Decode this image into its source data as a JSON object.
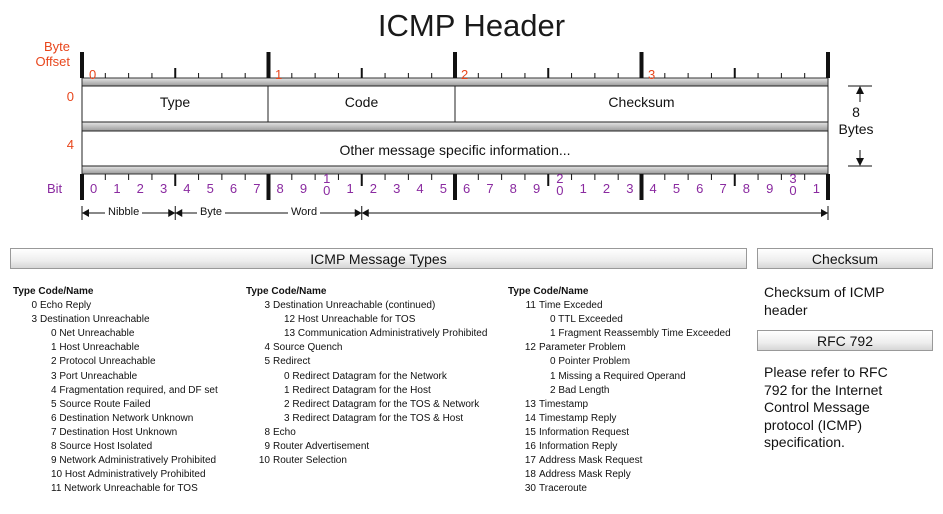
{
  "title": "ICMP Header",
  "byte_offset_label": [
    "Byte",
    "Offset"
  ],
  "row_offsets": [
    "0",
    "4"
  ],
  "byte_markers": [
    "0",
    "1",
    "2",
    "3"
  ],
  "fields": {
    "type": "Type",
    "code": "Code",
    "checksum": "Checksum",
    "other": "Other message specific information..."
  },
  "size_note": [
    "8",
    "Bytes"
  ],
  "bit_label": "Bit",
  "bit_numbers": [
    "0",
    "1",
    "2",
    "3",
    "4",
    "5",
    "6",
    "7",
    "8",
    "9",
    "1|0",
    "1",
    "2",
    "3",
    "4",
    "5",
    "6",
    "7",
    "8",
    "9",
    "2|0",
    "1",
    "2",
    "3",
    "4",
    "5",
    "6",
    "7",
    "8",
    "9",
    "3|0",
    "1"
  ],
  "units": {
    "nibble": "Nibble",
    "byte": "Byte",
    "word": "Word"
  },
  "message_types_title": "ICMP Message Types",
  "col_header": {
    "type": "Type",
    "code": "Code/Name"
  },
  "columns": [
    [
      [
        "0",
        "Echo Reply"
      ],
      [
        "3",
        "Destination Unreachable"
      ],
      [
        "",
        "0 Net Unreachable"
      ],
      [
        "",
        "1 Host Unreachable"
      ],
      [
        "",
        "2 Protocol Unreachable"
      ],
      [
        "",
        "3 Port Unreachable"
      ],
      [
        "",
        "4 Fragmentation required, and DF set"
      ],
      [
        "",
        "5 Source Route Failed"
      ],
      [
        "",
        "6 Destination Network Unknown"
      ],
      [
        "",
        "7 Destination Host Unknown"
      ],
      [
        "",
        "8 Source Host Isolated"
      ],
      [
        "",
        "9 Network Administratively Prohibited"
      ],
      [
        "",
        "10 Host Administratively Prohibited"
      ],
      [
        "",
        "11 Network Unreachable for TOS"
      ]
    ],
    [
      [
        "3",
        "Destination Unreachable (continued)"
      ],
      [
        "",
        "12 Host Unreachable for TOS"
      ],
      [
        "",
        "13 Communication Administratively Prohibited"
      ],
      [
        "4",
        "Source Quench"
      ],
      [
        "5",
        "Redirect"
      ],
      [
        "",
        "0 Redirect Datagram for the Network"
      ],
      [
        "",
        "1 Redirect Datagram for the Host"
      ],
      [
        "",
        "2 Redirect Datagram for the TOS & Network"
      ],
      [
        "",
        "3 Redirect Datagram for the TOS & Host"
      ],
      [
        "8",
        "Echo"
      ],
      [
        "9",
        "Router Advertisement"
      ],
      [
        "10",
        "Router Selection"
      ]
    ],
    [
      [
        "11",
        "Time Exceded"
      ],
      [
        "",
        "0 TTL Exceeded"
      ],
      [
        "",
        "1 Fragment Reassembly Time Exceeded"
      ],
      [
        "12",
        "Parameter Problem"
      ],
      [
        "",
        "0 Pointer Problem"
      ],
      [
        "",
        "1 Missing a Required Operand"
      ],
      [
        "",
        "2 Bad Length"
      ],
      [
        "13",
        "Timestamp"
      ],
      [
        "14",
        "Timestamp Reply"
      ],
      [
        "15",
        "Information Request"
      ],
      [
        "16",
        "Information Reply"
      ],
      [
        "17",
        "Address Mask Request"
      ],
      [
        "18",
        "Address Mask Reply"
      ],
      [
        "30",
        "Traceroute"
      ]
    ]
  ],
  "checksum_panel": {
    "title": "Checksum",
    "text": "Checksum of ICMP header"
  },
  "rfc_panel": {
    "title": "RFC 792",
    "text": "Please refer to RFC 792 for the Internet Control Message protocol (ICMP) specification."
  },
  "colors": {
    "offset_red": "#e8461c",
    "bit_purple": "#8a2aa0",
    "border": "#111111"
  }
}
